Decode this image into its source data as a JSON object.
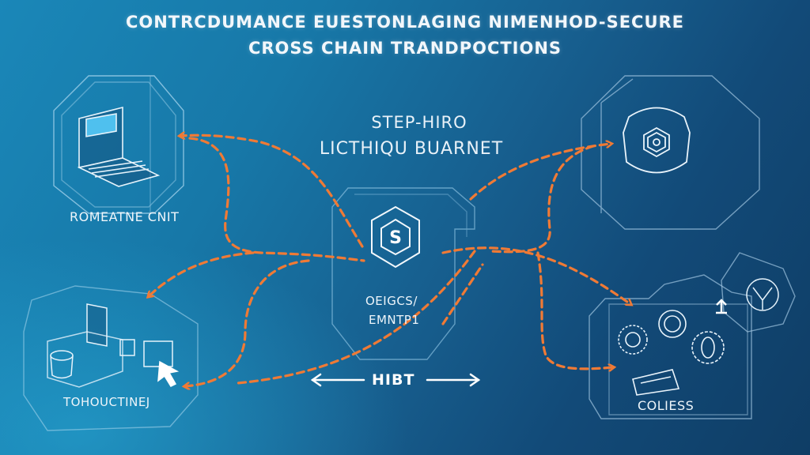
{
  "header": {
    "title_line1": "CONTRCDUMANCE EUESTONLAGING NIMENHOD-SECURE",
    "title_line2": "CROSS CHAIN TRANDPOCTIONS"
  },
  "center_heading": {
    "line1": "STEP-HIRO",
    "line2": "LICTHIQU BUARNET"
  },
  "nodes": [
    {
      "id": "laptop-node",
      "label": "ROMEATNE CNIT",
      "icon": "laptop-icon"
    },
    {
      "id": "shield-node",
      "label": "",
      "icon": "shield-icon"
    },
    {
      "id": "center-node",
      "label_line1": "OEIGCS/",
      "label_line2": "EMNTP1",
      "icon": "s-coin-icon"
    },
    {
      "id": "hardware-node",
      "label": "TOHOUCTINEJ",
      "icon": "devices-icon"
    },
    {
      "id": "services-node",
      "label": "COLIESS",
      "icon": "gears-icon"
    },
    {
      "id": "network-node",
      "label": "",
      "icon": "network-globe-icon"
    }
  ],
  "bridge": {
    "label": "HIBT",
    "icon": "double-arrow-icon"
  },
  "colors": {
    "background_left": "#1a87b8",
    "background_right": "#0f3d65",
    "line": "#cfe6f5",
    "dashed_arrow": "#f07a35",
    "text": "#ffffff"
  }
}
